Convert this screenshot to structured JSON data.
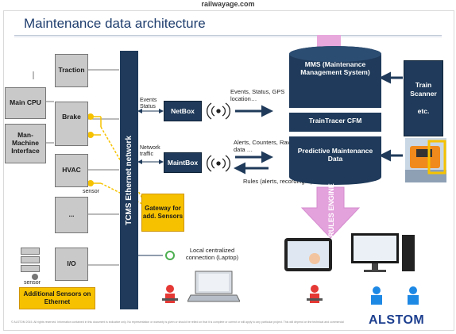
{
  "watermark": "railwayage.com",
  "title": "Maintenance data architecture",
  "onboard": {
    "main_cpu": "Main CPU",
    "mmi": "Man-Machine Interface",
    "traction": "Traction",
    "brake": "Brake",
    "hvac": "HVAC",
    "ellipsis": "...",
    "io": "I/O",
    "sensor_label_hvac": "sensor",
    "sensor_label_io": "sensor",
    "network": "TCMS Ethernet network",
    "gateway": "Gateway for add. Sensors",
    "additional_sensors": "Additional Sensors on Ethernet"
  },
  "boxes": {
    "netbox": "NetBox",
    "maintbox": "MaintBox",
    "events_status_label": "Events Status",
    "network_traffic_label": "Network traffic"
  },
  "flows": {
    "events_status_gps": "Events, Status, GPS location…",
    "alerts_counters": "Alerts, Counters, Raw data …",
    "rules": "Rules (alerts, recording…)",
    "local_connection": "Local centralized connection (Laptop)"
  },
  "database": {
    "mms": "MMS (Maintenance Management System)",
    "traintracer": "TrainTracer CFM",
    "predictive": "Predictive Maintenance Data"
  },
  "scanner": {
    "label": "Train Scanner",
    "etc": "etc."
  },
  "rules_engine": "RULES ENGINE",
  "footer_text": "© ALSTOM 2015. All rights reserved. Information contained in this document is indicative only. No representation or warranty is given or should be relied on that it is complete or correct or will apply to any particular project. This will depend on the technical and commercial circumstances. It is provided without liability and is subject to change without notice. Reproduction, use or disclosure to third parties, without express written authority, is strictly prohibited.",
  "logo": "ALSTOM",
  "colors": {
    "navy": "#1f3a5a",
    "orange": "#f6c200",
    "gray": "#c9c9c9",
    "pink": "#e8a8dc",
    "title": "#1f3e6e",
    "logo": "#1d3f8f"
  }
}
